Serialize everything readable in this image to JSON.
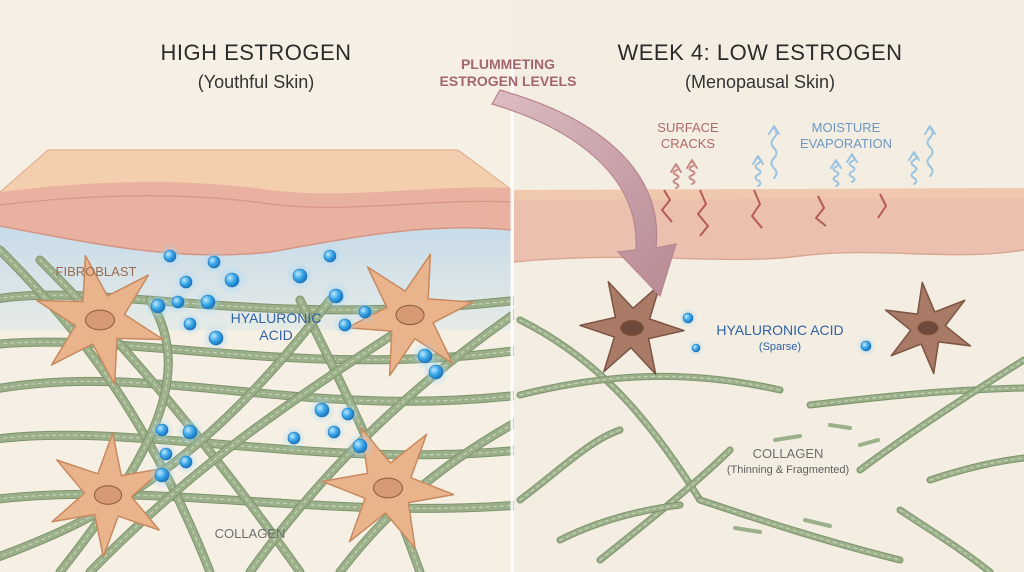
{
  "left_panel": {
    "title": "HIGH ESTROGEN",
    "subtitle": "(Youthful Skin)",
    "labels": {
      "fibroblast": "FIBROBLAST",
      "hyaluronic_line1": "HYALURONIC",
      "hyaluronic_line2": "ACID",
      "collagen": "COLLAGEN"
    }
  },
  "transition": {
    "line1": "PLUMMETING",
    "line2": "ESTROGEN LEVELS"
  },
  "right_panel": {
    "title": "WEEK 4: LOW ESTROGEN",
    "subtitle": "(Menopausal Skin)",
    "labels": {
      "surface_line1": "SURFACE",
      "surface_line2": "CRACKS",
      "moisture_line1": "MOISTURE",
      "moisture_line2": "EVAPORATION",
      "hyaluronic": "HYALURONIC ACID",
      "hyaluronic_note": "(Sparse)",
      "collagen": "COLLAGEN",
      "collagen_note": "(Thinning & Fragmented)"
    }
  },
  "colors": {
    "background": "#f5efe3",
    "skin_surface": "#f2c7a8",
    "dermis_band": "#e8b1a0",
    "hydration_zone": "#cfdde8",
    "collagen_fiber": "#9bb08a",
    "fibroblast_healthy": "#e9b48c",
    "fibroblast_aged": "#a97a66",
    "ha_bubble": "#3aa8e8",
    "arrow": "#c49aa2",
    "crack": "#b55a5a",
    "vapor": "#9cc3e1"
  }
}
